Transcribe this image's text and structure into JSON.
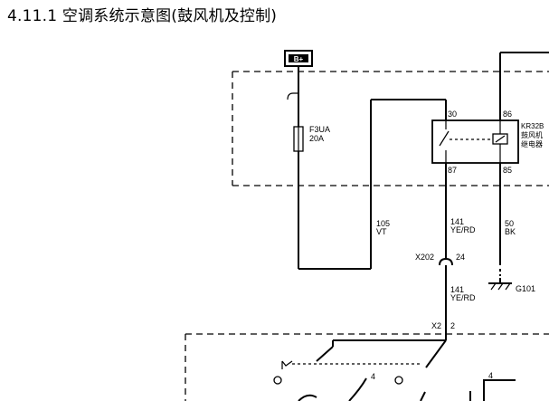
{
  "title": "4.11.1 空调系统示意图(鼓风机及控制)",
  "labels": {
    "battery": "B+",
    "fuse_name": "F3UA",
    "fuse_rating": "20A",
    "wire_105_num": "105",
    "wire_105_color": "VT",
    "pin_30": "30",
    "pin_86": "86",
    "pin_87": "87",
    "pin_85": "85",
    "relay_code": "KR32B",
    "relay_name_1": "鼓风机",
    "relay_name_2": "继电器",
    "wire_141_num_a": "141",
    "wire_141_color_a": "YE/RD",
    "wire_50_num": "50",
    "wire_50_color": "BK",
    "conn_x202": "X202",
    "conn_x202_pin": "24",
    "wire_141_num_b": "141",
    "wire_141_color_b": "YE/RD",
    "ground": "G101",
    "conn_x2": "X2",
    "conn_x2_pin": "2",
    "switch_pos_a": "4",
    "switch_pos_b": "4"
  }
}
